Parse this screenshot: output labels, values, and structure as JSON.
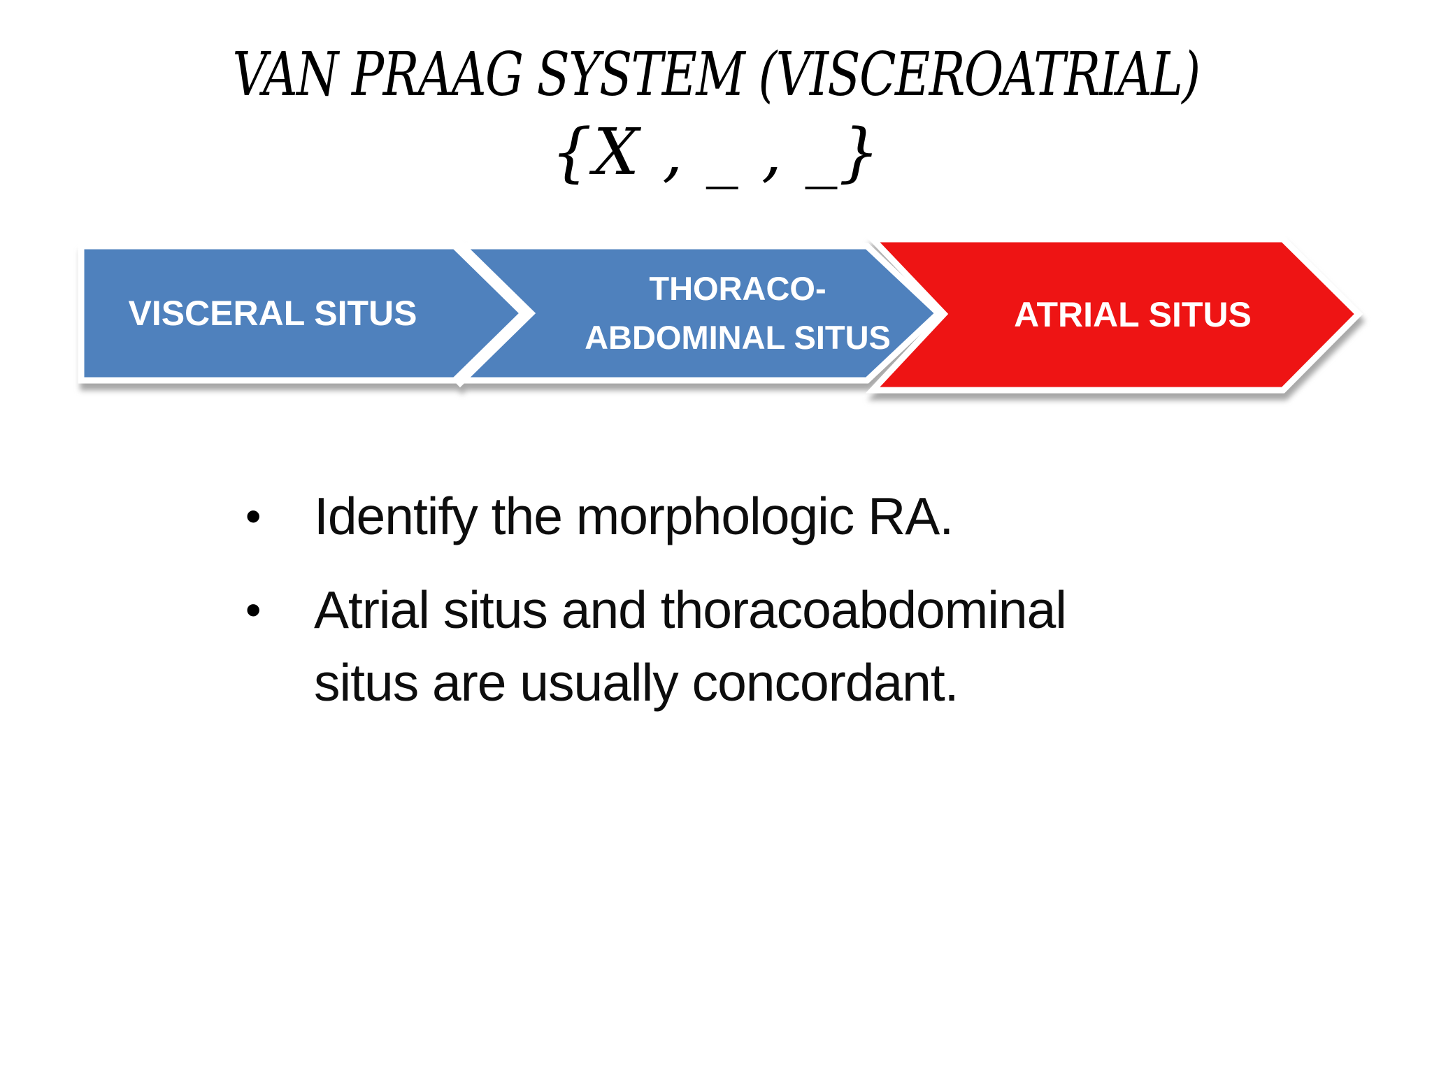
{
  "slide": {
    "title": "VAN PRAAG SYSTEM (VISCEROATRIAL)",
    "subtitle": "{X , _ , _}"
  },
  "diagram": {
    "type": "chevron-process-band",
    "colors": {
      "blue": "#4f81bd",
      "red": "#ee1414",
      "outline": "#ffffff",
      "label_text": "#ffffff"
    },
    "segments": [
      {
        "label": "VISCERAL SITUS"
      },
      {
        "label_line1": "THORACO-",
        "label_line2": "ABDOMINAL SITUS"
      },
      {
        "label": "ATRIAL SITUS"
      }
    ]
  },
  "bullets": [
    {
      "marker": "•",
      "text": "Identify the morphologic RA."
    },
    {
      "marker": "•",
      "text": "Atrial situs and thoracoabdominal situs are usually concordant."
    }
  ]
}
